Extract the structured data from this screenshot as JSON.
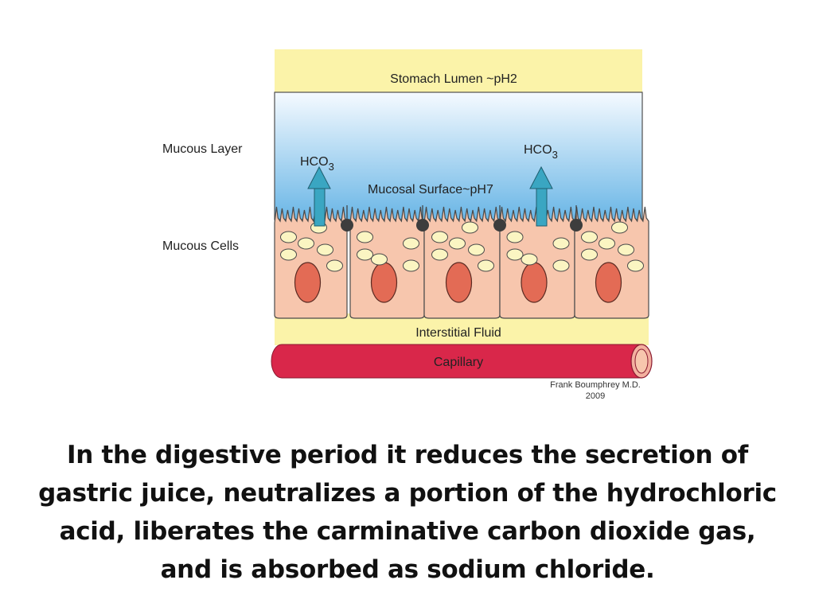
{
  "diagram": {
    "labels": {
      "stomach_lumen": "Stomach Lumen ~pH2",
      "mucous_layer": "Mucous Layer",
      "mucous_cells": "Mucous Cells",
      "mucosal_surface": "Mucosal Surface~pH7",
      "hco3_base": "HCO",
      "hco3_sub": "3",
      "interstitial_fluid": "Interstitial Fluid",
      "capillary": "Capillary",
      "credit_line1": "Frank Boumphrey M.D.",
      "credit_line2": "2009"
    },
    "colors": {
      "lumen_yellow": "#fbf3a9",
      "mucous_gradient_top": "#f5faff",
      "mucous_gradient_bottom": "#6ab6e6",
      "cell_fill": "#f7c6ad",
      "nucleus_fill": "#e36b55",
      "granule_fill": "#fbf5c2",
      "junction_dot": "#3d3d3d",
      "arrow_fill": "#3aa6c2",
      "capillary_red": "#d9274a",
      "capillary_end": "#f3b09f"
    }
  },
  "caption": "In the digestive period it reduces the secretion of gastric juice, neutralizes a portion of the hydrochloric acid, liberates the carminative carbon dioxide gas, and is absorbed as sodium chloride."
}
